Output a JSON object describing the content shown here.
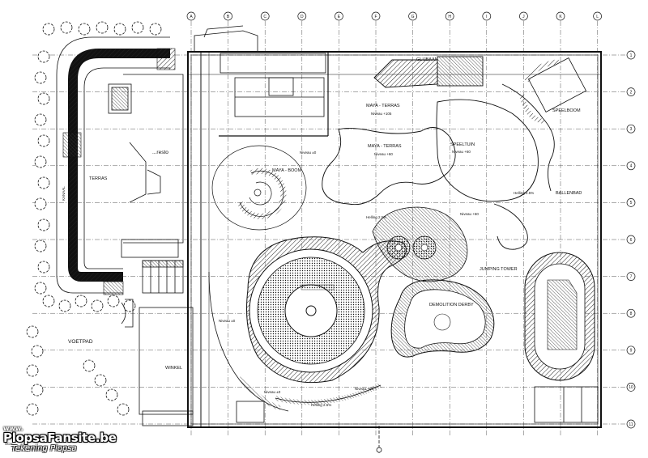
{
  "plan": {
    "column_labels": [
      "A",
      "B",
      "C",
      "D",
      "E",
      "F",
      "G",
      "H",
      "I",
      "J",
      "K",
      "L"
    ],
    "row_labels": [
      "1",
      "2",
      "3",
      "4",
      "5",
      "6",
      "7",
      "8",
      "9",
      "10",
      "11"
    ],
    "rooms": {
      "glijbaan": "GLIJBAAN",
      "maya_terras_top": "MAYA - TERRAS",
      "niveau_105": "Niveau +105",
      "maya_terras_mid": "MAYA - TERRAS",
      "niveau_60_a": "Niveau +60",
      "speeltuin": "SPEELTUIN",
      "niveau_60_b": "Niveau +60",
      "speelboom": "SPEELBOOM",
      "resto": "...resto",
      "maya_boom": "MAYA - BOOM",
      "niveau_0_a": "Niveau ±0",
      "terras": "TERRAS",
      "kanaal": "KANAAL",
      "ballenbad": "BALLENBAD",
      "helling_a": "Helling 2.5%",
      "helling_b": "Helling 2.5%",
      "niveau_60_c": "Niveau +60",
      "jumping_tower": "JUMPING TOWER",
      "niveau_0_b": "Niveau ±0",
      "demolition_derby": "DEMOLITION DERBY",
      "voetpad": "VOETPAD",
      "winkel": "WINKEL",
      "niveau_0_c": "Niveau ±0",
      "niveau_60_d": "Niveau +60",
      "helling_c": "Helling 2.5%",
      "sch": "SCH"
    }
  },
  "watermark": {
    "www": "www.",
    "site": "PlopsaFansite.be",
    "credit": "Tekening Plopsa"
  }
}
